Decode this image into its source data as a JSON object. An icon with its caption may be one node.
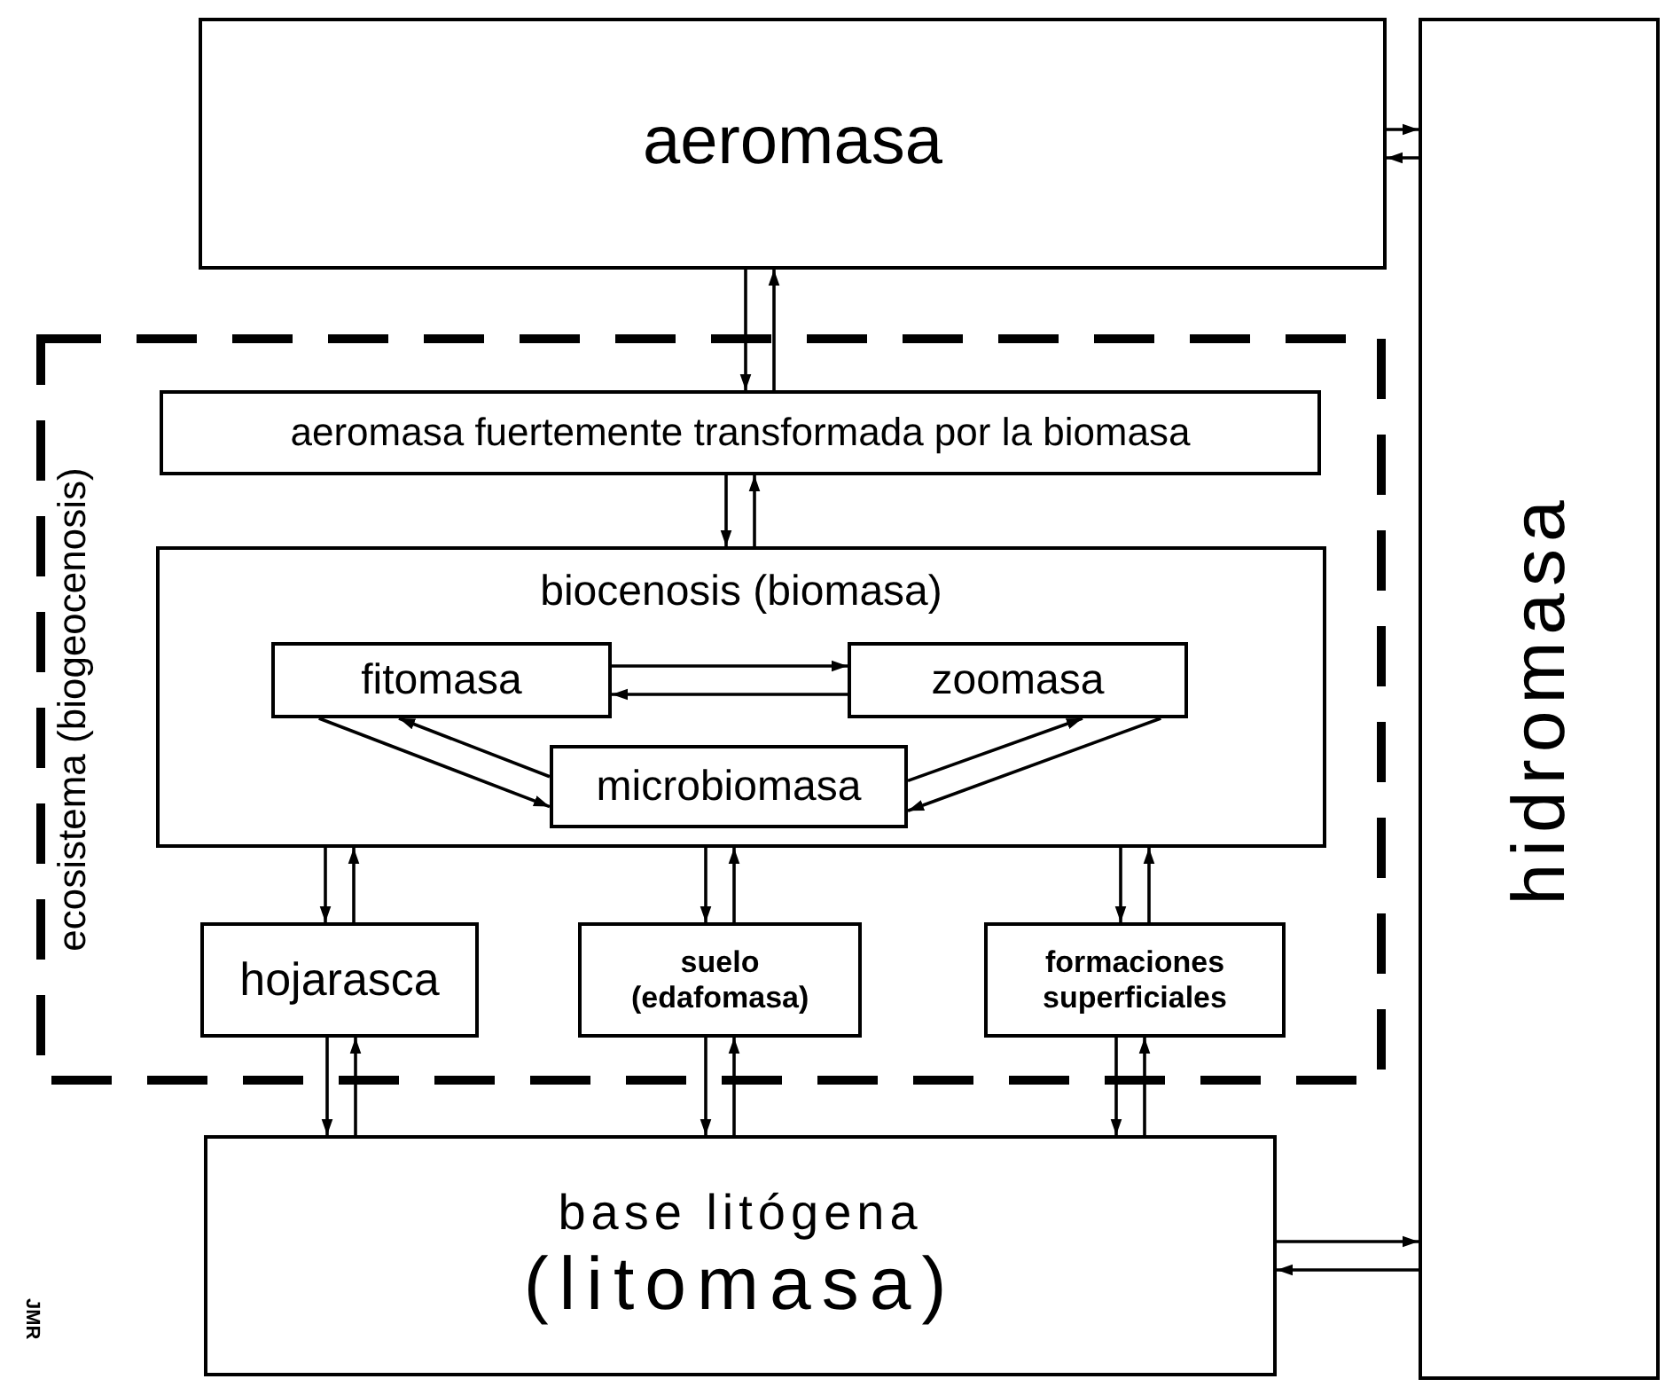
{
  "diagram": {
    "nodes": [
      {
        "text": [
          "aeromasa"
        ]
      },
      {
        "text": [
          "ecosistema (biogeocenosis)"
        ]
      },
      {
        "text": [
          "aeromasa fuertemente transformada por la biomasa"
        ],
        "in": 1
      },
      {
        "text": [
          "biocenosis (biomasa)"
        ],
        "in": 1
      },
      {
        "text": [
          "fitomasa"
        ],
        "in": 3
      },
      {
        "text": [
          "zoomasa"
        ],
        "in": 3
      },
      {
        "text": [
          "microbiomasa"
        ],
        "in": 3
      },
      {
        "text": [
          "hojarasca"
        ],
        "in": 1
      },
      {
        "text": [
          "suelo (edafomasa)"
        ],
        "in": 1
      },
      {
        "text": [
          "formaciones superficiales"
        ],
        "in": 1
      },
      {
        "text": [
          "base litógena",
          "(litomasa)"
        ]
      },
      {
        "text": [
          "hidromasa"
        ]
      }
    ],
    "edges": [
      {
        "from": 0,
        "to": 2,
        "arrow": "to"
      },
      {
        "from": 2,
        "to": 0,
        "arrow": "to"
      },
      {
        "from": 2,
        "to": 3,
        "arrow": "to"
      },
      {
        "from": 3,
        "to": 2,
        "arrow": "to"
      },
      {
        "from": 4,
        "to": 5,
        "arrow": "to"
      },
      {
        "from": 5,
        "to": 4,
        "arrow": "to"
      },
      {
        "from": 4,
        "to": 6,
        "arrow": "to"
      },
      {
        "from": 6,
        "to": 4,
        "arrow": "to"
      },
      {
        "from": 6,
        "to": 5,
        "arrow": "to"
      },
      {
        "from": 5,
        "to": 6,
        "arrow": "to"
      },
      {
        "from": 3,
        "to": 7,
        "arrow": "to"
      },
      {
        "from": 7,
        "to": 3,
        "arrow": "to"
      },
      {
        "from": 3,
        "to": 8,
        "arrow": "to"
      },
      {
        "from": 8,
        "to": 3,
        "arrow": "to"
      },
      {
        "from": 3,
        "to": 9,
        "arrow": "to"
      },
      {
        "from": 9,
        "to": 3,
        "arrow": "to"
      },
      {
        "from": 7,
        "to": 10,
        "arrow": "to"
      },
      {
        "from": 10,
        "to": 7,
        "arrow": "to"
      },
      {
        "from": 8,
        "to": 10,
        "arrow": "to"
      },
      {
        "from": 10,
        "to": 8,
        "arrow": "to"
      },
      {
        "from": 9,
        "to": 10,
        "arrow": "to"
      },
      {
        "from": 10,
        "to": 9,
        "arrow": "to"
      },
      {
        "from": 0,
        "to": 11,
        "arrow": "to"
      },
      {
        "from": 11,
        "to": 0,
        "arrow": "to"
      },
      {
        "from": 10,
        "to": 11,
        "arrow": "to"
      },
      {
        "from": 11,
        "to": 10,
        "arrow": "to"
      }
    ],
    "labels": [
      "JMR"
    ]
  }
}
